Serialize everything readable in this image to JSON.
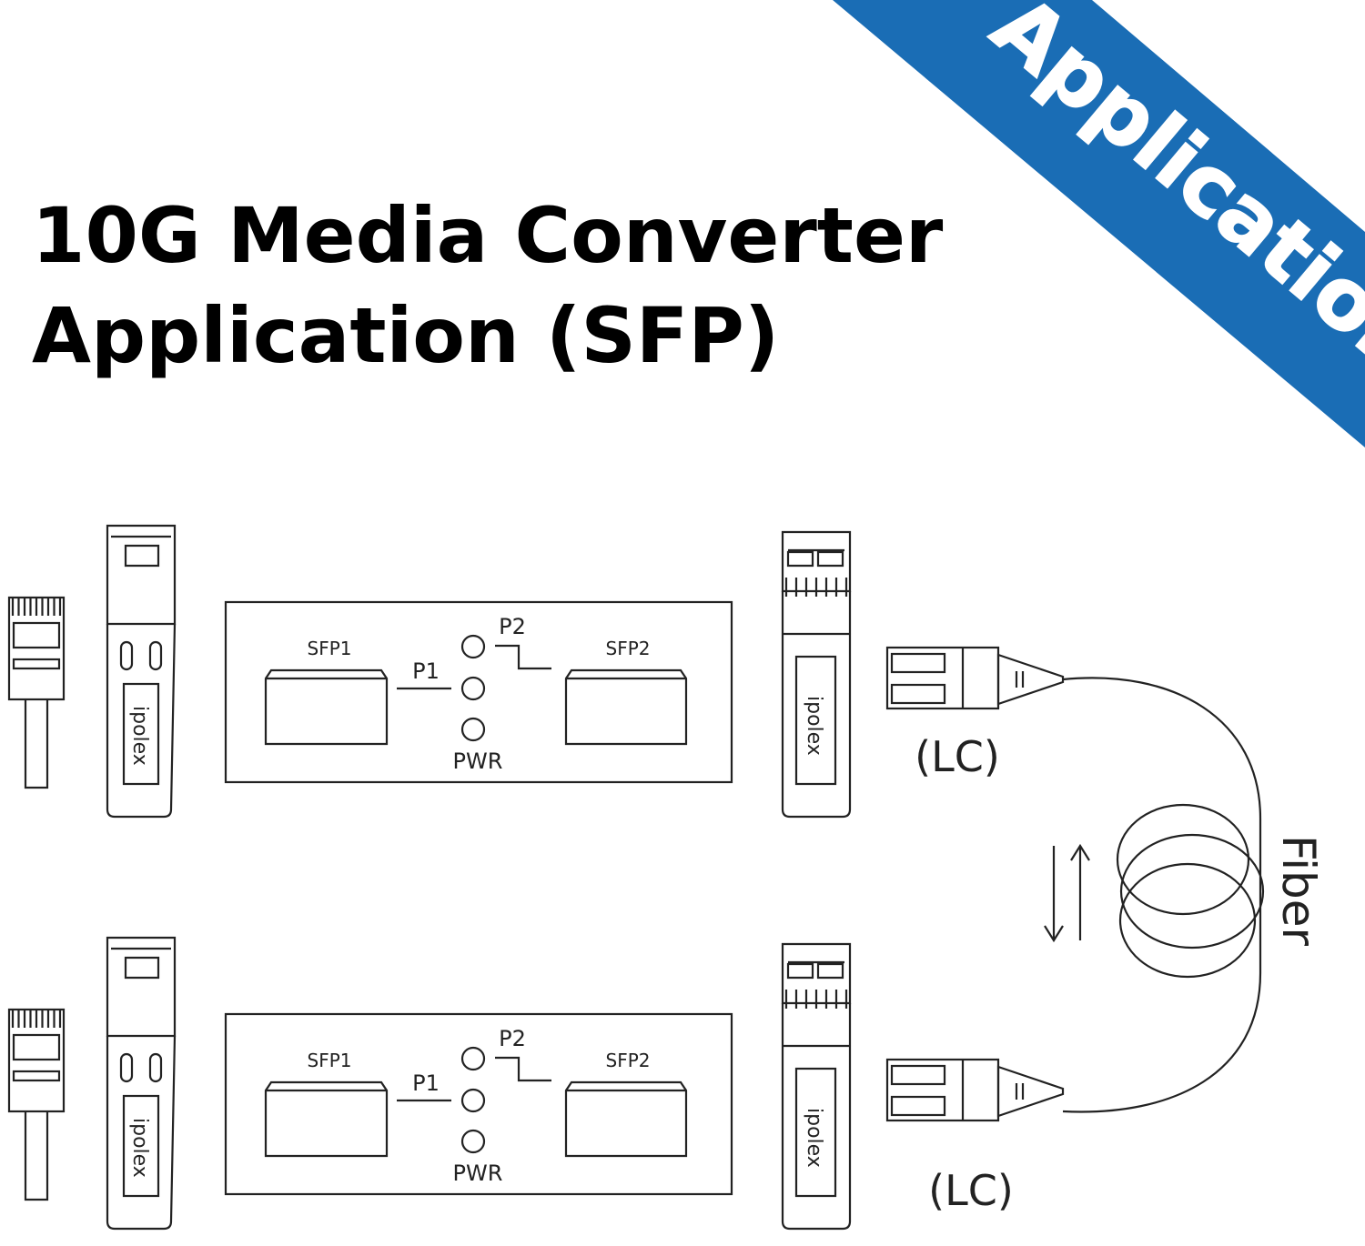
{
  "banner": {
    "text": "Application",
    "color": "#1a6db5",
    "text_color": "#ffffff"
  },
  "title": {
    "line1": "10G Media Converter",
    "line2": "Application (SFP)"
  },
  "rows": [
    {
      "module_brand_left": "ipolex",
      "module_brand_right": "ipolex",
      "converter": {
        "sfp1": "SFP1",
        "sfp2": "SFP2",
        "p1": "P1",
        "p2": "P2",
        "pwr": "PWR"
      },
      "connector_label": "(LC)"
    },
    {
      "module_brand_left": "ipolex",
      "module_brand_right": "ipolex",
      "converter": {
        "sfp1": "SFP1",
        "sfp2": "SFP2",
        "p1": "P1",
        "p2": "P2",
        "pwr": "PWR"
      },
      "connector_label": "(LC)"
    }
  ],
  "fiber_label": "Fiber"
}
